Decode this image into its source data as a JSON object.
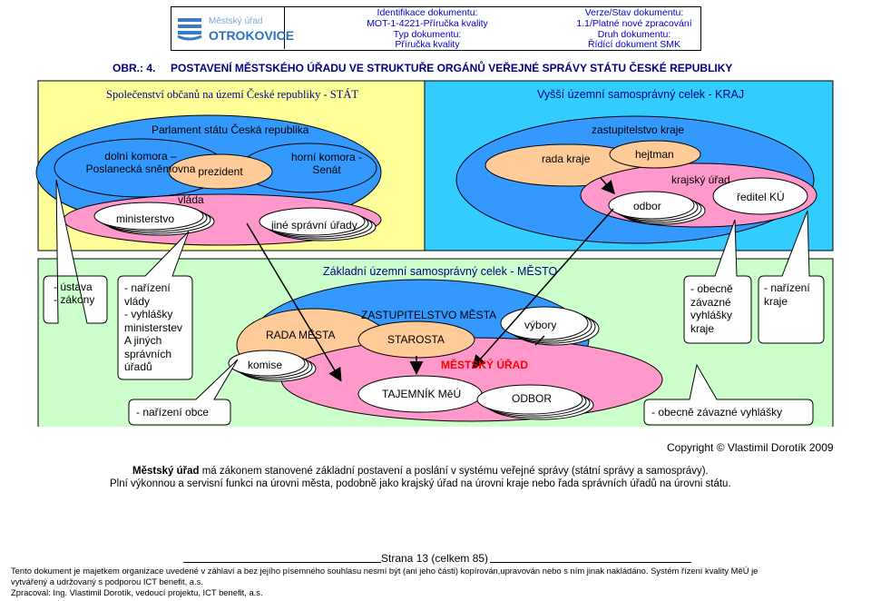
{
  "header": {
    "logo_text_small": "Městský úřad",
    "logo_text_big": "OTROKOVICE",
    "id_label": "Identifikace dokumentu:",
    "id_value": "MOT-1-4221-Příručka kvality",
    "type_label": "Typ dokumentu:",
    "type_value": "Příručka kvality",
    "version_label": "Verze/Stav dokumentu:",
    "version_value": "1.1/Platné nové zpracování",
    "kind_label": "Druh dokumentu:",
    "kind_value": "Řídící dokument SMK"
  },
  "figure": {
    "title": "OBR.: 4.     POSTAVENÍ MĚSTSKÉHO ÚŘADU VE STRUKTUŘE ORGÁNŮ VEŘEJNÉ SPRÁVY STÁTU ČESKÉ REPUBLIKY",
    "stat_box": "Společenství občanů na území České republiky - STÁT",
    "kraj_box": "Vyšší územní samosprávný celek - KRAJ",
    "parlament": "Parlament státu Česká republika",
    "dolni_komora_1": "dolní komora –",
    "dolni_komora_2": "Poslanecká sněmovna",
    "prezident": "prezident",
    "horni_komora_1": "horní komora -",
    "horni_komora_2": "Senát",
    "vlada": "vláda",
    "ministerstvo": "ministerstvo",
    "jine_urady": "jiné správní úřady",
    "zastupitelstvo_kraje": "zastupitelstvo kraje",
    "rada_kraje": "rada kraje",
    "hejtman": "hejtman",
    "krajsky_urad": "krajský úřad",
    "odbor": "odbor",
    "reditel_ku": "ředitel KÚ",
    "mesto_box": "Základní územní samosprávný celek - MĚSTO",
    "ustava_1": "- ústava",
    "ustava_2": "- zákony",
    "narizeni_vlady": [
      "- nařízení",
      "vlády",
      "- vyhlášky",
      "ministerstev",
      "A jiných",
      "správních",
      "úřadů"
    ],
    "narizeni_obce": "- nařízení obce",
    "zastupitelstvo_mesta": "ZASTUPITELSTVO MĚSTA",
    "rada_mesta": "RADA MĚSTA",
    "starosta": "STAROSTA",
    "vybory": "výbory",
    "komise": "komise",
    "mestsky_urad": "MĚSTSKÝ ÚŘAD",
    "tajemnik": "TAJEMNÍK MěÚ",
    "odbor_upper": "ODBOR",
    "obecne_vyhlasky_kraje": [
      "- obecně",
      "závazné",
      "vyhlášky",
      "kraje"
    ],
    "narizeni_kraje": [
      "- nařízení",
      "kraje"
    ],
    "obecne_vyhlasky": "- obecně závazné vyhlášky"
  },
  "copyright": "Copyright © Vlastimil Dorotík 2009",
  "description_1_bold": "Městský úřad",
  "description_1_rest": " má zákonem stanovené základní postavení a poslání v systému veřejné správy (státní správy a samosprávy).",
  "description_2": "Plní výkonnou a servisní funkci na úrovni města, podobně jako krajský úřad na úrovni kraje nebo řada správních úřadů na úrovni státu.",
  "footer": {
    "page": "Strana 13 (celkem 85)",
    "note_1": "Tento dokument je majetkem organizace uvedené v záhlaví a bez jejího písemného souhlasu nesmí být (ani jeho části) kopírován,upravován nebo s ním jinak nakládáno. Systém řízení kvality MěÚ je",
    "note_2": "vytvářený a udržovaný s podporou ICT benefit, a.s.",
    "note_3": "Zpracoval: Ing. Vlastimil Dorotík, vedoucí projektu, ICT benefit, a.s."
  },
  "colors": {
    "stat_fill": "#ffff99",
    "kraj_fill": "#33ccff",
    "mesto_fill": "#ccffcc",
    "blue_ellipse": "#3399ff",
    "orange": "#ffcc99",
    "pink": "#ff99cc",
    "white": "#ffffff",
    "header_text": "#0000cc",
    "red_text": "#ff0000"
  }
}
